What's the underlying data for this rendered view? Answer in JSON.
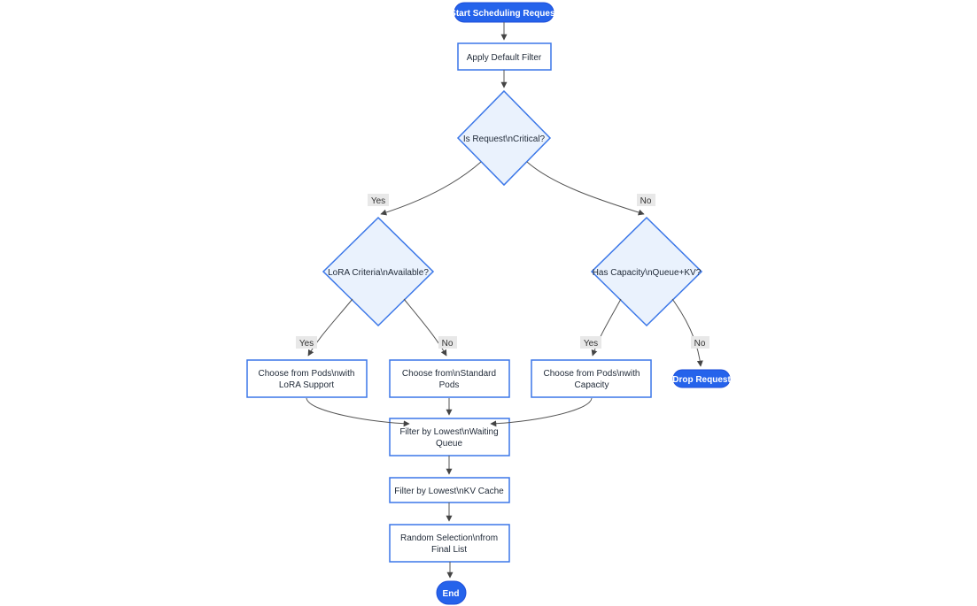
{
  "diagram": {
    "type": "flowchart",
    "direction": "top-down",
    "background": "#ffffff",
    "colors": {
      "terminal_fill": "#2563eb",
      "terminal_text": "#ffffff",
      "node_fill": "#ffffff",
      "node_border": "#3b77e8",
      "decision_fill": "#eaf2fd",
      "node_text": "#1f2937",
      "edge_line": "#555555",
      "edge_label_bg": "#e8e8e8",
      "edge_label_text": "#333333"
    },
    "nodes": {
      "start": {
        "shape": "stadium",
        "label": "Start Scheduling Request"
      },
      "apply_filter": {
        "shape": "rect",
        "label": "Apply Default Filter"
      },
      "is_critical": {
        "shape": "diamond",
        "label": "Is Request\\nCritical?"
      },
      "lora_criteria": {
        "shape": "diamond",
        "label": "LoRA Criteria\\nAvailable?"
      },
      "has_capacity": {
        "shape": "diamond",
        "label": "Has Capacity\\nQueue+KV?"
      },
      "choose_lora": {
        "shape": "rect",
        "label": "Choose from Pods\\nwith LoRA Support",
        "line1": "Choose from Pods\\nwith",
        "line2": "LoRA Support"
      },
      "choose_standard": {
        "shape": "rect",
        "label": "Choose from\\nStandard Pods",
        "line1": "Choose from\\nStandard",
        "line2": "Pods"
      },
      "choose_capacity": {
        "shape": "rect",
        "label": "Choose from Pods\\nwith Capacity",
        "line1": "Choose from Pods\\nwith",
        "line2": "Capacity"
      },
      "drop_request": {
        "shape": "stadium",
        "label": "Drop Request"
      },
      "filter_queue": {
        "shape": "rect",
        "label": "Filter by Lowest\\nWaiting Queue",
        "line1": "Filter by Lowest\\nWaiting",
        "line2": "Queue"
      },
      "filter_kv": {
        "shape": "rect",
        "label": "Filter by Lowest\\nKV Cache"
      },
      "random_selection": {
        "shape": "rect",
        "label": "Random Selection\\nfrom Final List",
        "line1": "Random Selection\\nfrom",
        "line2": "Final List"
      },
      "end": {
        "shape": "stadium",
        "label": "End"
      }
    },
    "edges": [
      {
        "from": "start",
        "to": "apply_filter",
        "label": ""
      },
      {
        "from": "apply_filter",
        "to": "is_critical",
        "label": ""
      },
      {
        "from": "is_critical",
        "to": "lora_criteria",
        "label": "Yes"
      },
      {
        "from": "is_critical",
        "to": "has_capacity",
        "label": "No"
      },
      {
        "from": "lora_criteria",
        "to": "choose_lora",
        "label": "Yes"
      },
      {
        "from": "lora_criteria",
        "to": "choose_standard",
        "label": "No"
      },
      {
        "from": "has_capacity",
        "to": "choose_capacity",
        "label": "Yes"
      },
      {
        "from": "has_capacity",
        "to": "drop_request",
        "label": "No"
      },
      {
        "from": "choose_lora",
        "to": "filter_queue",
        "label": ""
      },
      {
        "from": "choose_standard",
        "to": "filter_queue",
        "label": ""
      },
      {
        "from": "choose_capacity",
        "to": "filter_queue",
        "label": ""
      },
      {
        "from": "filter_queue",
        "to": "filter_kv",
        "label": ""
      },
      {
        "from": "filter_kv",
        "to": "random_selection",
        "label": ""
      },
      {
        "from": "random_selection",
        "to": "end",
        "label": ""
      }
    ]
  }
}
